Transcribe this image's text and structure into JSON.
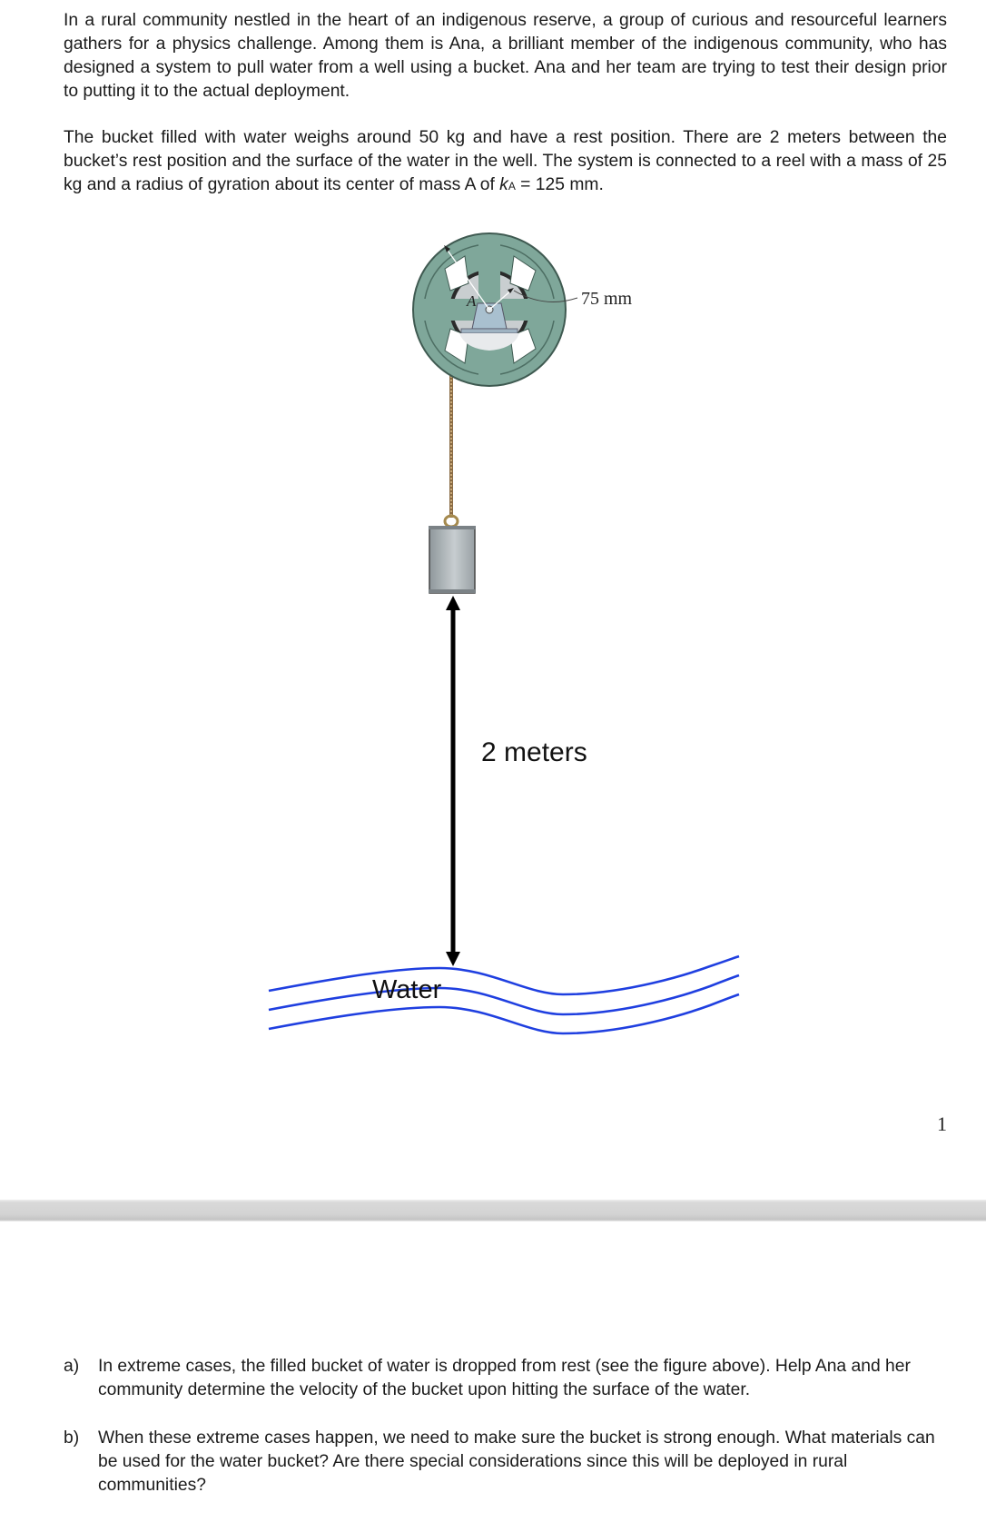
{
  "document": {
    "paragraphs": [
      "In a rural community nestled in the heart of an indigenous reserve, a group of curious and resourceful learners gathers for a physics challenge. Among them is Ana, a brilliant member of the indigenous community, who has designed a system to pull water from a well using a bucket. Ana and her team are trying to test their design prior to putting it to the actual deployment.",
      "The bucket filled with water weighs around 50 kg and have a rest position. There are 2 meters between the bucket’s rest position and the surface of the water in the well. The system is connected to a reel with a mass of 25 kg and a radius of gyration about its center of mass A of "
    ],
    "p2_symbol": "k",
    "p2_subscript": "A",
    "p2_tail": " = 125 mm.",
    "page_number": "1"
  },
  "figure": {
    "reel_center_label": "A",
    "reel_radius_label": "75 mm",
    "distance_label": "2 meters",
    "water_label": "Water",
    "colors": {
      "reel": "#7fa79a",
      "reel_dark": "#4d6e63",
      "rope": "#b8966a",
      "bucket": "#b4bcc0",
      "water_lines": "#1f3fe0",
      "arrow": "#000000"
    }
  },
  "questions": [
    {
      "marker": "a)",
      "text": "In extreme cases, the filled bucket of water is dropped from rest (see the figure above). Help Ana and her community determine the velocity of the bucket upon hitting the surface of the water."
    },
    {
      "marker": "b)",
      "text": "When these extreme cases happen, we need to make sure the bucket is strong enough.  What materials can be used for the water bucket? Are there special considerations since this will be deployed in rural communities?"
    }
  ]
}
